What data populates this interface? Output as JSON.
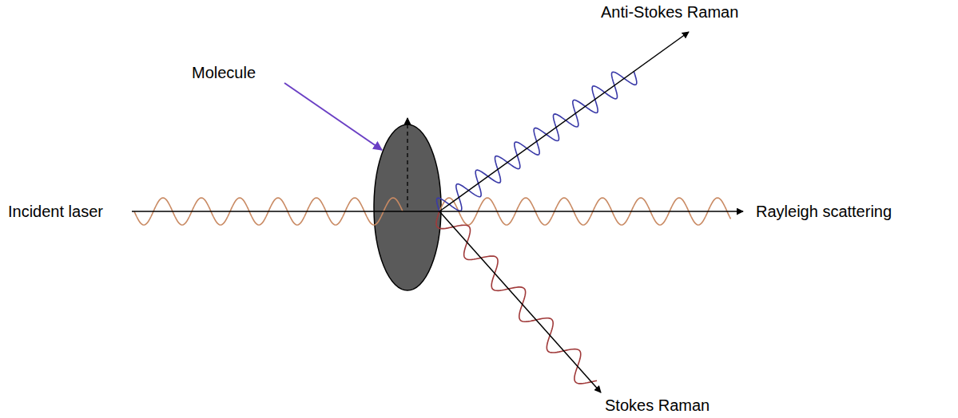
{
  "diagram": {
    "labels": [
      "Anti-Stokes Raman",
      "Molecule",
      "Incident laser",
      "Rayleigh scattering",
      "Stokes Raman"
    ]
  }
}
